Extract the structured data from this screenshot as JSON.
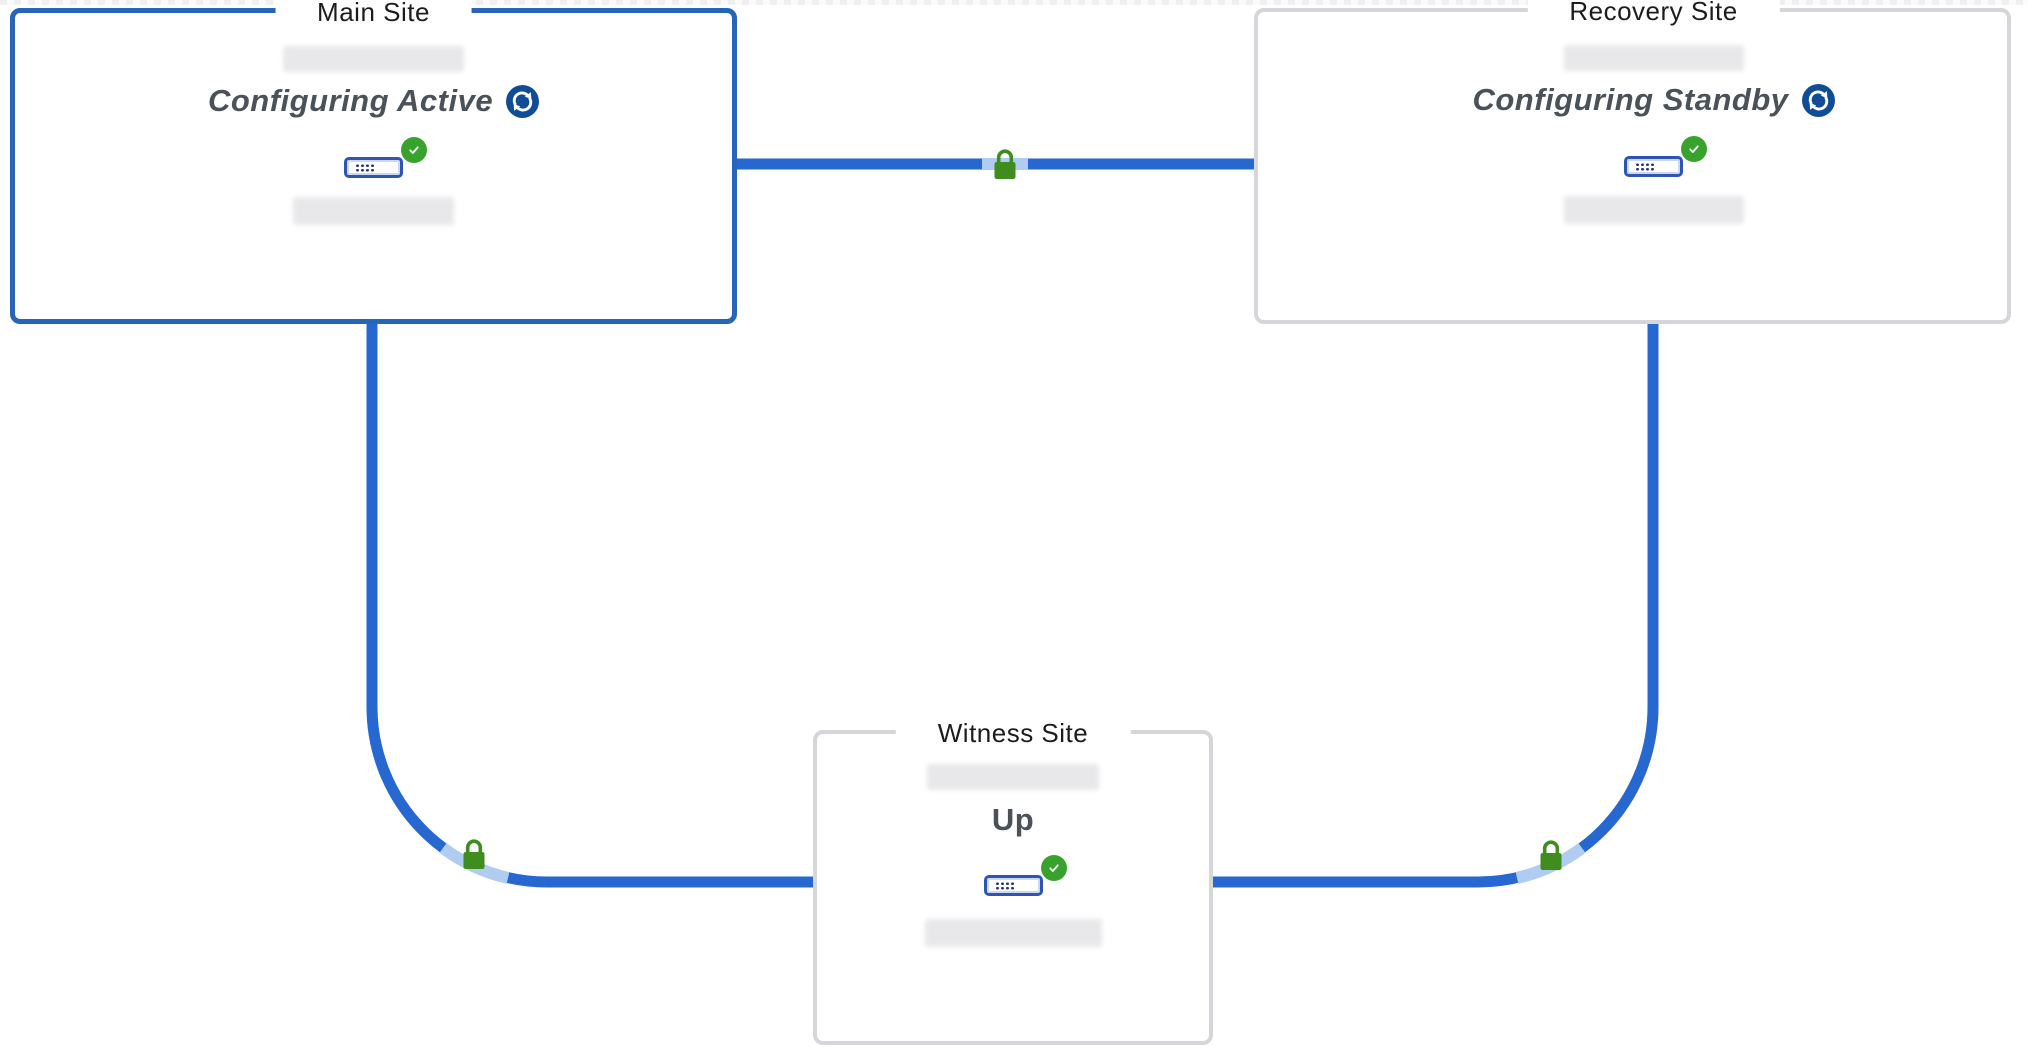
{
  "diagram": {
    "title_area": "site replication topology",
    "sites": [
      {
        "id": "main",
        "title": "Main Site",
        "status": "Configuring Active",
        "status_syncing": true,
        "server_health": "ok",
        "highlighted": true
      },
      {
        "id": "recovery",
        "title": "Recovery Site",
        "status": "Configuring Standby",
        "status_syncing": true,
        "server_health": "ok",
        "highlighted": false
      },
      {
        "id": "witness",
        "title": "Witness Site",
        "status": "Up",
        "status_syncing": false,
        "server_health": "ok",
        "highlighted": false
      }
    ],
    "links": [
      {
        "from": "main",
        "to": "recovery",
        "secure": true
      },
      {
        "from": "main",
        "to": "witness",
        "secure": true
      },
      {
        "from": "recovery",
        "to": "witness",
        "secure": true
      }
    ],
    "colors": {
      "link": "#2667d0",
      "link_secure_segment": "#b0ccf1",
      "lock": "#3e8d1e",
      "health_badge": "#38a32c",
      "sync_icon": "#114d96",
      "card_border_active": "#2665b8",
      "card_border": "#d4d6d9",
      "status_text": "#4a5158",
      "title_text": "#1b1c1e",
      "redacted_bar": "#e8e8ea"
    }
  }
}
